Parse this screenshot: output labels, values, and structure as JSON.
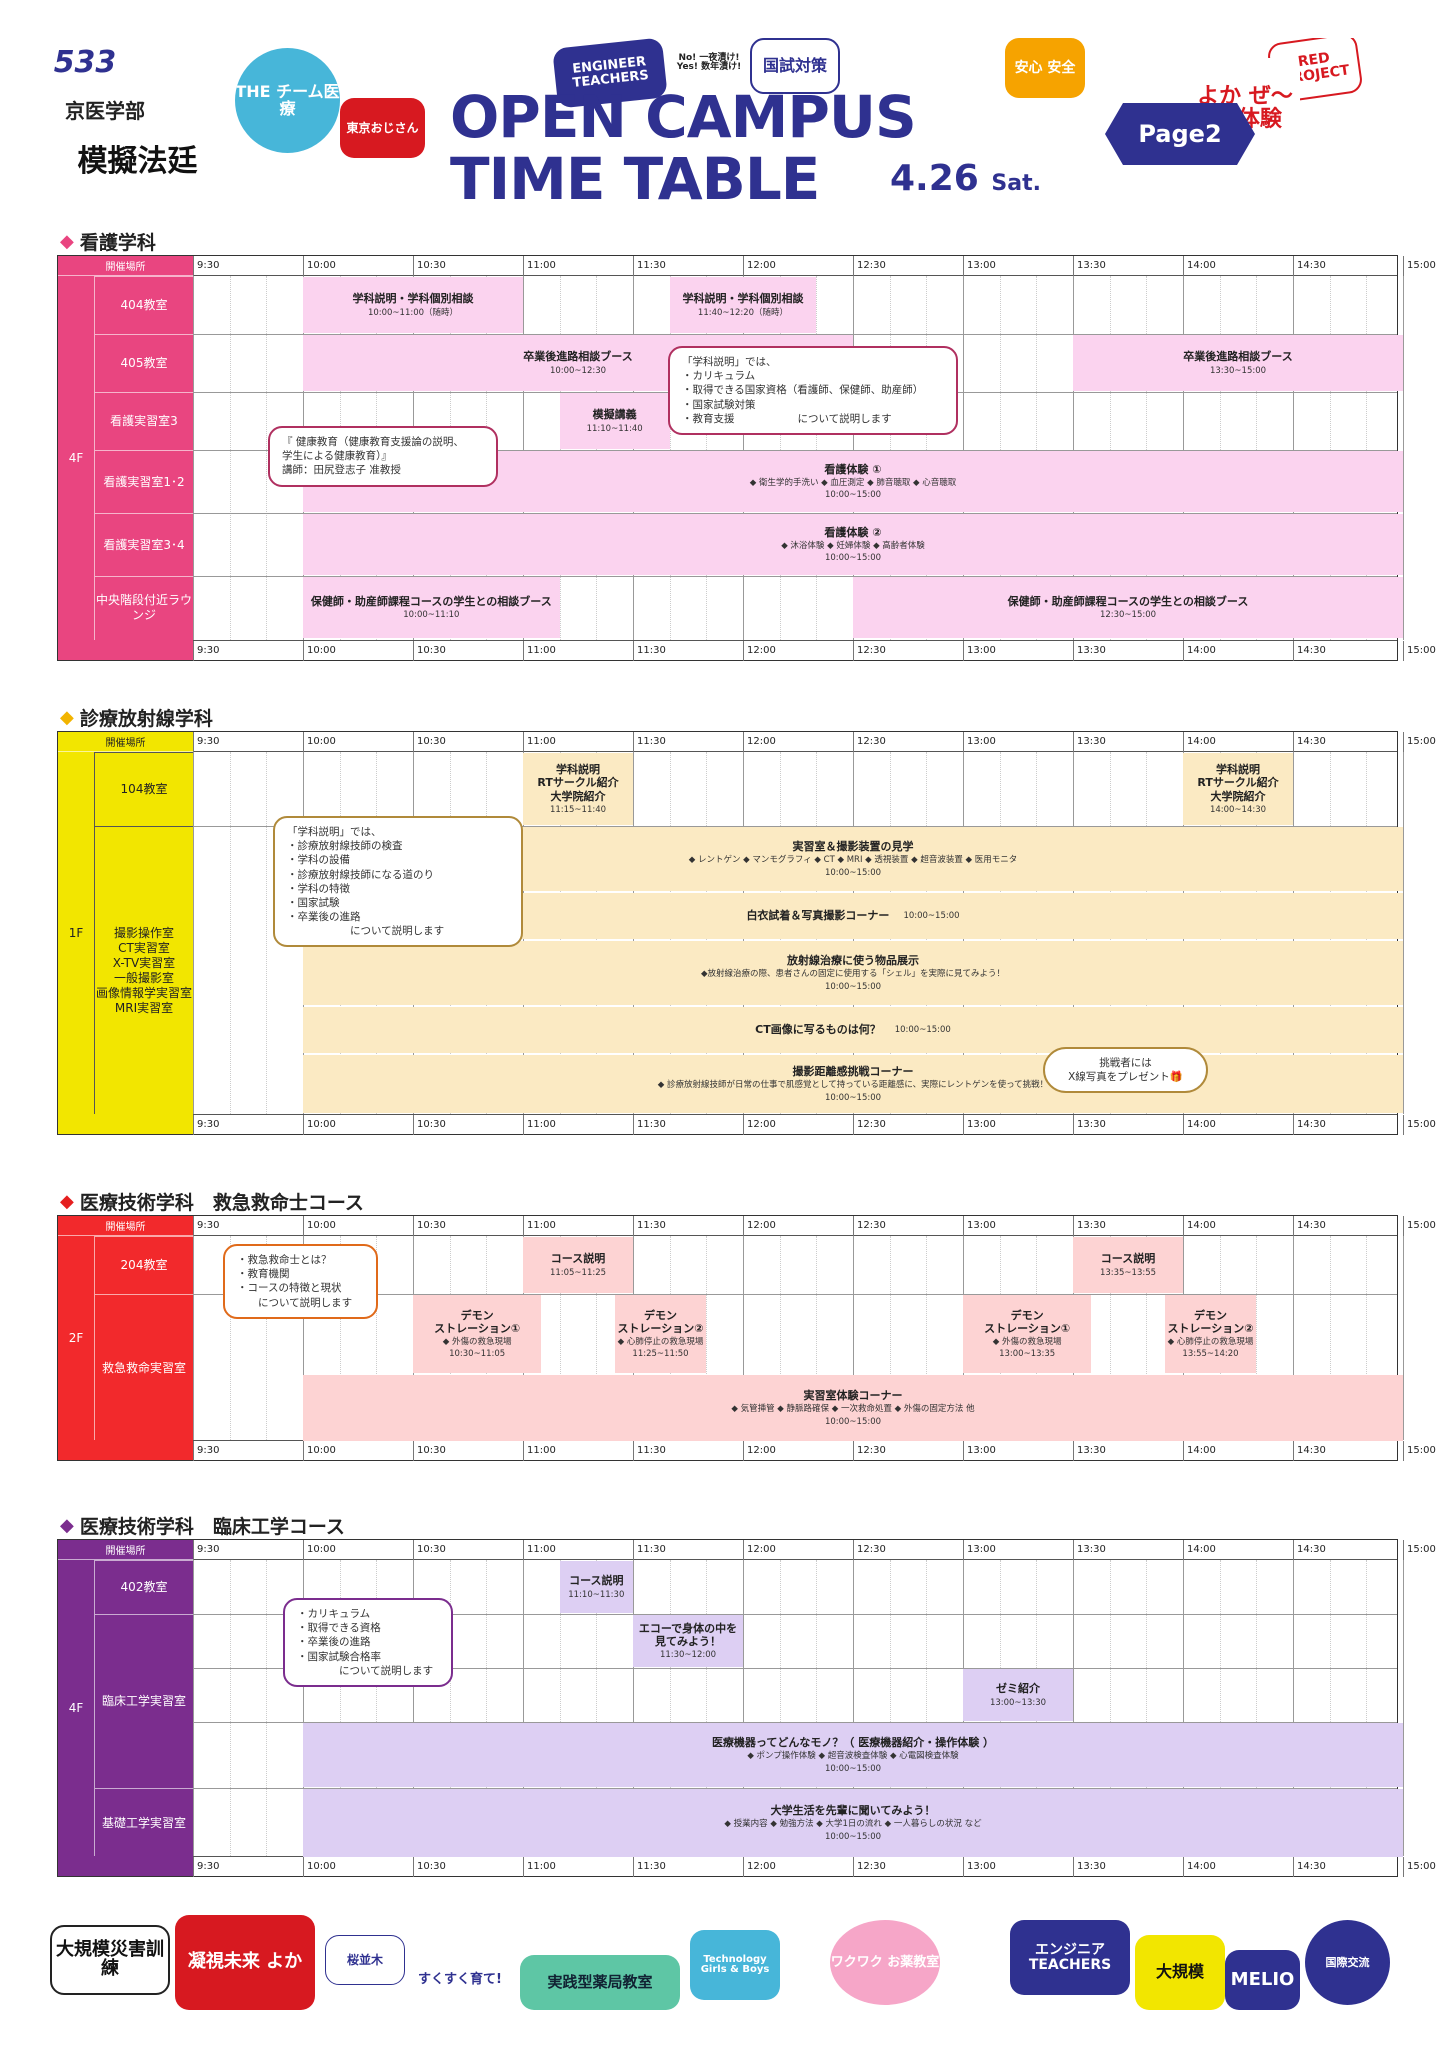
{
  "header": {
    "title_line1": "OPEN CAMPUS",
    "title_line2": "TIME TABLE",
    "date": "4.26",
    "day": "Sat.",
    "page_badge": "Page2",
    "stickers": [
      "533",
      "京医学部",
      "模擬法廷",
      "THE チーム医療",
      "ENGINEER TEACHERS",
      "国試対策",
      "RED PROJECT",
      "よか ぜ〜い 体験",
      "東京おじさん",
      "安心 安全",
      "No! 一夜漬け! Yes! 数年漬け!"
    ]
  },
  "time_labels": [
    "9:30",
    "10:00",
    "10:30",
    "11:00",
    "11:30",
    "12:00",
    "12:30",
    "13:00",
    "13:30",
    "14:00",
    "14:30",
    "15:00"
  ],
  "venue_label": "開催場所",
  "sections": [
    {
      "title": "看護学科",
      "color": "#e94580",
      "light": "#fbd3ef",
      "floor": "4F",
      "rooms": [
        "404教室",
        "405教室",
        "看護実習室3",
        "看護実習室1･2",
        "看護実習室3･4",
        "中央階段付近ラウンジ"
      ],
      "events": [
        {
          "title": "学科説明・学科個別相談",
          "time": "10:00~11:00（随時）"
        },
        {
          "title": "学科説明・学科個別相談",
          "time": "11:40~12:20（随時）"
        },
        {
          "title": "卒業後進路相談ブース",
          "time": "10:00~12:30"
        },
        {
          "title": "卒業後進路相談ブース",
          "time": "13:30~15:00"
        },
        {
          "title": "模擬講義",
          "time": "11:10~11:40"
        },
        {
          "title": "看護体験 ①",
          "sub": "◆ 衛生学的手洗い ◆ 血圧測定 ◆ 肺音聴取 ◆ 心音聴取",
          "time": "10:00~15:00"
        },
        {
          "title": "看護体験 ②",
          "sub": "◆ 沐浴体験 ◆ 妊婦体験 ◆ 高齢者体験",
          "time": "10:00~15:00"
        },
        {
          "title": "保健師・助産師課程コースの学生との相談ブース",
          "time": "10:00~11:10"
        },
        {
          "title": "保健師・助産師課程コースの学生との相談ブース",
          "time": "12:30~15:00"
        }
      ],
      "bubbles": [
        {
          "lines": [
            "「学科説明」では、",
            "・カリキュラム",
            "・取得できる国家資格（看護師、保健師、助産師）",
            "・国家試験対策",
            "・教育支援　　　　　　について説明します"
          ]
        },
        {
          "lines": [
            "『 健康教育（健康教育支援論の説明、",
            "学生による健康教育）』",
            "講師：田尻登志子 准教授"
          ]
        }
      ]
    },
    {
      "title": "診療放射線学科",
      "color": "#f2e600",
      "light": "#fbeac3",
      "floor": "1F",
      "rooms": [
        "104教室",
        "撮影操作室\nCT実習室\nX-TV実習室\n一般撮影室\n画像情報学実習室\nMRI実習室"
      ],
      "events": [
        {
          "title": "学科説明\nRTサークル紹介\n大学院紹介",
          "time": "11:15~11:40"
        },
        {
          "title": "学科説明\nRTサークル紹介\n大学院紹介",
          "time": "14:00~14:30"
        },
        {
          "title": "実習室＆撮影装置の見学",
          "sub": "◆ レントゲン ◆ マンモグラフィ ◆ CT ◆ MRI ◆ 透視装置 ◆ 超音波装置 ◆ 医用モニタ",
          "time": "10:00~15:00"
        },
        {
          "title": "白衣試着＆写真撮影コーナー",
          "time": "10:00~15:00"
        },
        {
          "title": "放射線治療に使う物品展示",
          "sub": "◆放射線治療の際、患者さんの固定に使用する「シェル」を実際に見てみよう！",
          "time": "10:00~15:00"
        },
        {
          "title": "CT画像に写るものは何？",
          "time": "10:00~15:00"
        },
        {
          "title": "撮影距離感挑戦コーナー",
          "sub": "◆ 診療放射線技師が日常の仕事で肌感覚として持っている距離感に、実際にレントゲンを使って挑戦！",
          "time": "10:00~15:00"
        }
      ],
      "bubbles": [
        {
          "lines": [
            "「学科説明」では、",
            "・診療放射線技師の検査",
            "・学科の設備",
            "・診療放射線技師になる道のり",
            "・学科の特徴",
            "・国家試験",
            "・卒業後の進路",
            "　　　　　　について説明します"
          ]
        },
        {
          "lines": [
            "挑戦者には",
            "X線写真をプレゼント🎁"
          ]
        }
      ]
    },
    {
      "title": "医療技術学科　救急救命士コース",
      "color": "#f2292c",
      "light": "#fdd3d3",
      "floor": "2F",
      "rooms": [
        "204教室",
        "救急救命実習室"
      ],
      "events": [
        {
          "title": "コース説明",
          "time": "11:05~11:25"
        },
        {
          "title": "コース説明",
          "time": "13:35~13:55"
        },
        {
          "title": "デモン\nストレーション①",
          "sub": "◆ 外傷の救急現場",
          "time": "10:30~11:05"
        },
        {
          "title": "デモン\nストレーション②",
          "sub": "◆ 心肺停止の救急現場",
          "time": "11:25~11:50"
        },
        {
          "title": "デモン\nストレーション①",
          "sub": "◆ 外傷の救急現場",
          "time": "13:00~13:35"
        },
        {
          "title": "デモン\nストレーション②",
          "sub": "◆ 心肺停止の救急現場",
          "time": "13:55~14:20"
        },
        {
          "title": "実習室体験コーナー",
          "sub": "◆ 気管挿管 ◆ 静脈路確保 ◆ 一次救命処置 ◆ 外傷の固定方法 他",
          "time": "10:00~15:00"
        }
      ],
      "bubbles": [
        {
          "lines": [
            "・救急救命士とは？",
            "・教育機関",
            "・コースの特徴と現状",
            "　　について説明します"
          ]
        }
      ]
    },
    {
      "title": "医療技術学科　臨床工学コース",
      "color": "#7b2d8e",
      "light": "#ddcff3",
      "floor": "4F",
      "rooms": [
        "402教室",
        "臨床工学実習室",
        "基礎工学実習室"
      ],
      "events": [
        {
          "title": "コース説明",
          "time": "11:10~11:30"
        },
        {
          "title": "エコーで身体の中を\n見てみよう！",
          "time": "11:30~12:00"
        },
        {
          "title": "ゼミ紹介",
          "time": "13:00~13:30"
        },
        {
          "title": "医療機器ってどんなモノ？（ 医療機器紹介・操作体験 ）",
          "sub": "◆ ポンプ操作体験 ◆ 超音波検査体験 ◆ 心電図検査体験",
          "time": "10:00~15:00"
        },
        {
          "title": "大学生活を先輩に聞いてみよう！",
          "sub": "◆ 授業内容 ◆ 勉強方法 ◆ 大学1日の流れ ◆ 一人暮らしの状況 など",
          "time": "10:00~15:00"
        }
      ],
      "bubbles": [
        {
          "lines": [
            "・カリキュラム",
            "・取得できる資格",
            "・卒業後の進路",
            "・国家試験合格率",
            "　　　　について説明します"
          ]
        }
      ]
    }
  ],
  "footer": {
    "stickers": [
      "大規模災害訓練",
      "凝視未来 よか",
      "桜並木",
      "すくすく育て!",
      "実践型薬局教室",
      "Technology Girls & Boys",
      "ワクワク お薬教室",
      "エンジニア TEACHERS",
      "大規模",
      "MELIO",
      "国際交流"
    ]
  }
}
